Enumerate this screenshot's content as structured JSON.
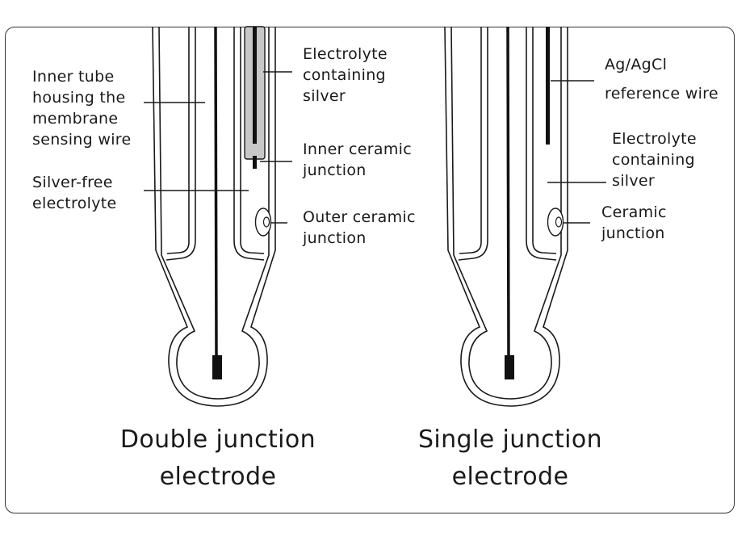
{
  "labels": {
    "double": {
      "inner_tube": [
        "Inner tube",
        "housing the",
        "membrane",
        "sensing wire"
      ],
      "silver_free": [
        "Silver-free",
        "electrolyte"
      ],
      "electrolyte_silver": [
        "Electrolyte",
        "containing",
        "silver"
      ],
      "inner_ceramic": [
        "Inner ceramic",
        "junction"
      ],
      "outer_ceramic": [
        "Outer ceramic",
        "junction"
      ],
      "title": [
        "Double junction",
        "electrode"
      ]
    },
    "single": {
      "ref_wire_1": "Ag/AgCl",
      "ref_wire_2": "reference wire",
      "electrolyte_silver": [
        "Electrolyte",
        "containing",
        "silver"
      ],
      "ceramic": [
        "Ceramic",
        "junction"
      ],
      "title": [
        "Single junction",
        "electrode"
      ]
    }
  },
  "colors": {
    "stroke": "#1a1a1a",
    "frame": "#333333",
    "inner_tube_fill": "#c8c8c8",
    "wire": "#111111"
  }
}
